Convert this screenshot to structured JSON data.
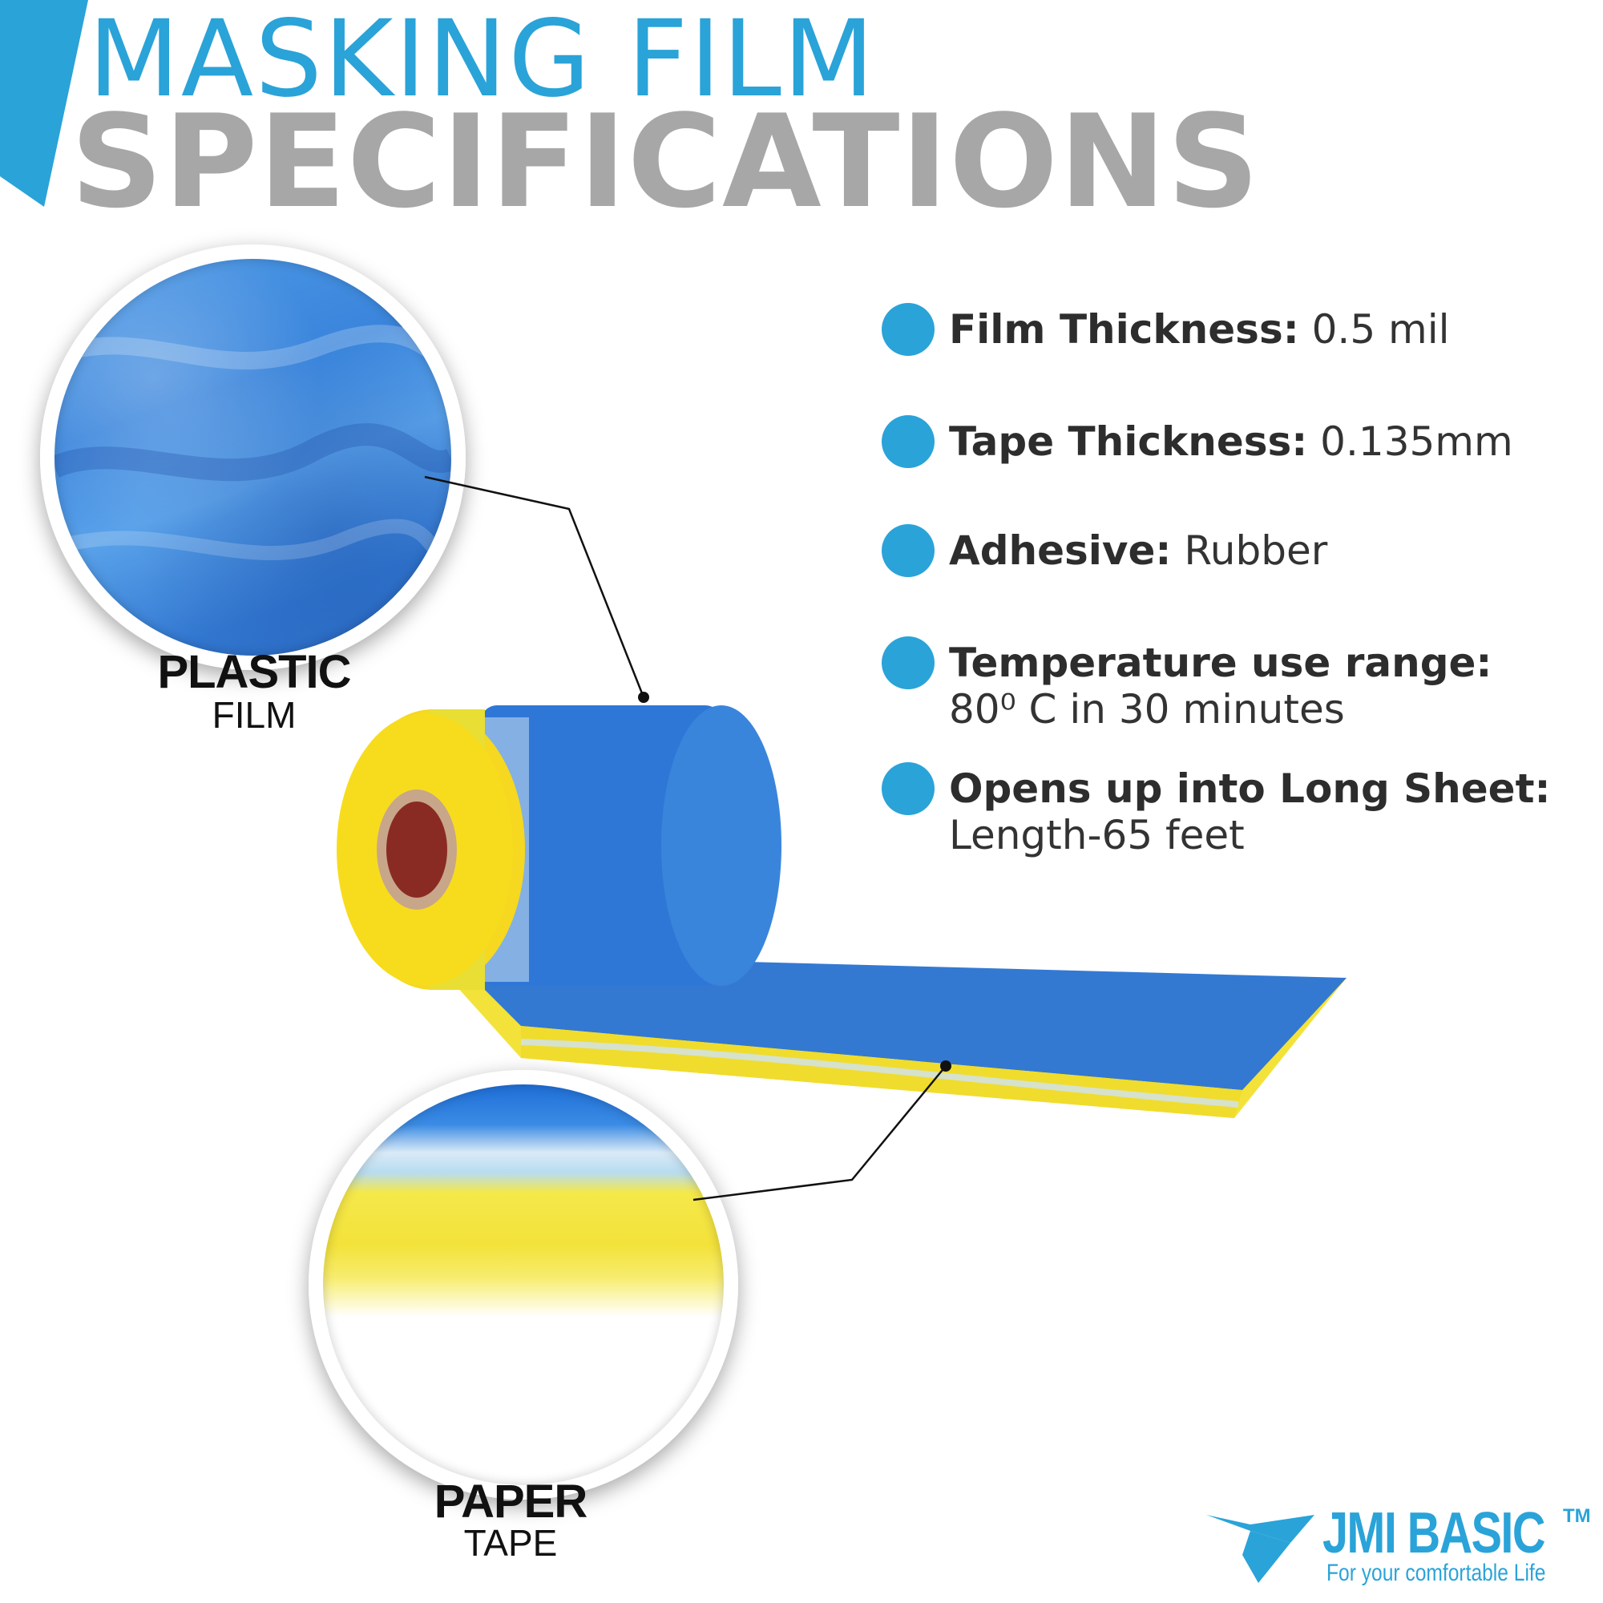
{
  "header": {
    "title_line1": "MASKING FILM",
    "title_line2": "SPECIFICATIONS",
    "accent_color": "#2aa3d8",
    "title2_color": "#a7a7a7"
  },
  "callouts": [
    {
      "main": "PLASTIC",
      "sub": "FILM"
    },
    {
      "main": "PAPER",
      "sub": "TAPE"
    }
  ],
  "specs": [
    {
      "label": "Film Thickness:",
      "value": "0.5 mil",
      "value_line2": ""
    },
    {
      "label": "Tape Thickness:",
      "value": "0.135mm",
      "value_line2": ""
    },
    {
      "label": "Adhesive:",
      "value": "Rubber",
      "value_line2": ""
    },
    {
      "label": "Temperature use range:",
      "value": "",
      "value_line2": "80⁰ C in 30 minutes"
    },
    {
      "label": "Opens up into Long Sheet:",
      "value": "",
      "value_line2": "Length-65 feet"
    }
  ],
  "logo": {
    "name": "JMI BASIC",
    "tm": "TM",
    "tagline": "For your comfortable Life"
  },
  "icons": {
    "bullet": "circle-bullet-icon",
    "logo_mark": "bird-logo-icon"
  },
  "colors": {
    "film_blue": "#3a85dc",
    "tape_yellow": "#f3e23a"
  }
}
